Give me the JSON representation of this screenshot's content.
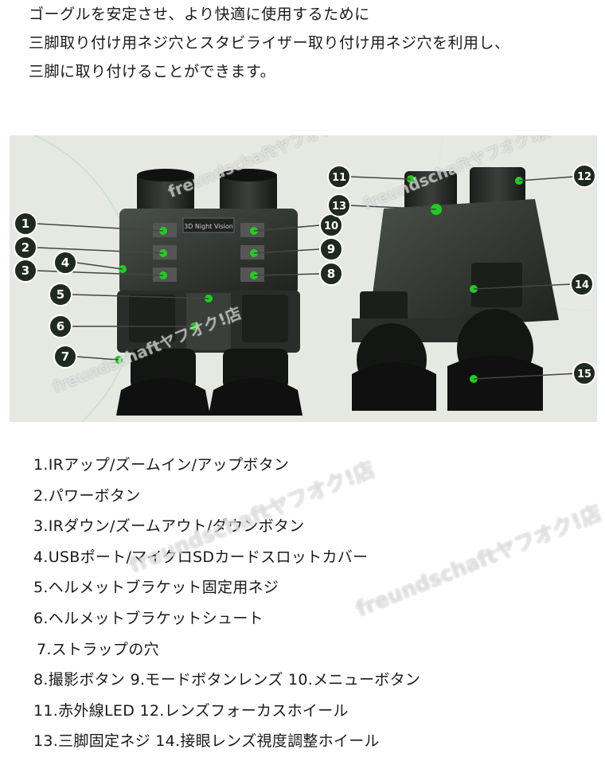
{
  "intro": {
    "lines": [
      "ゴーグルを安定させ、より快適に使用するために",
      "三脚取り付け用ネジ穴とスタビライザー取り付け用ネジ穴を利用し、",
      "三脚に取り付けることができます。"
    ]
  },
  "device": {
    "label_plate": "3D Night Vision",
    "callout_numbers": [
      "1",
      "2",
      "3",
      "4",
      "5",
      "6",
      "7",
      "8",
      "9",
      "10",
      "11",
      "12",
      "13",
      "14",
      "15"
    ]
  },
  "features": [
    "1.IRアップ/ズームイン/アップボタン",
    "2.パワーボタン",
    "3.IRダウン/ズームアウト/ダウンボタン",
    "4.USBポート/マイクロSDカードスロットカバー",
    "5.ヘルメットブラケット固定用ネジ",
    "6.ヘルメットブラケットシュート",
    "7.ストラップの穴",
    "8.撮影ボタン 9.モードボタンレンズ 10.メニューボタン",
    "11.赤外線LED 12.レンズフォーカスホイール",
    "13.三脚固定ネジ 14.接眼レンズ視度調整ホイール"
  ],
  "watermark": "freundschaftヤフオク!店",
  "colors": {
    "background": "#ffffff",
    "photo_bg": "#e6e9e2",
    "callout_badge": "#1f2a1f",
    "indicator_green": "#22cc22",
    "device_body": "#3a3f3a"
  }
}
